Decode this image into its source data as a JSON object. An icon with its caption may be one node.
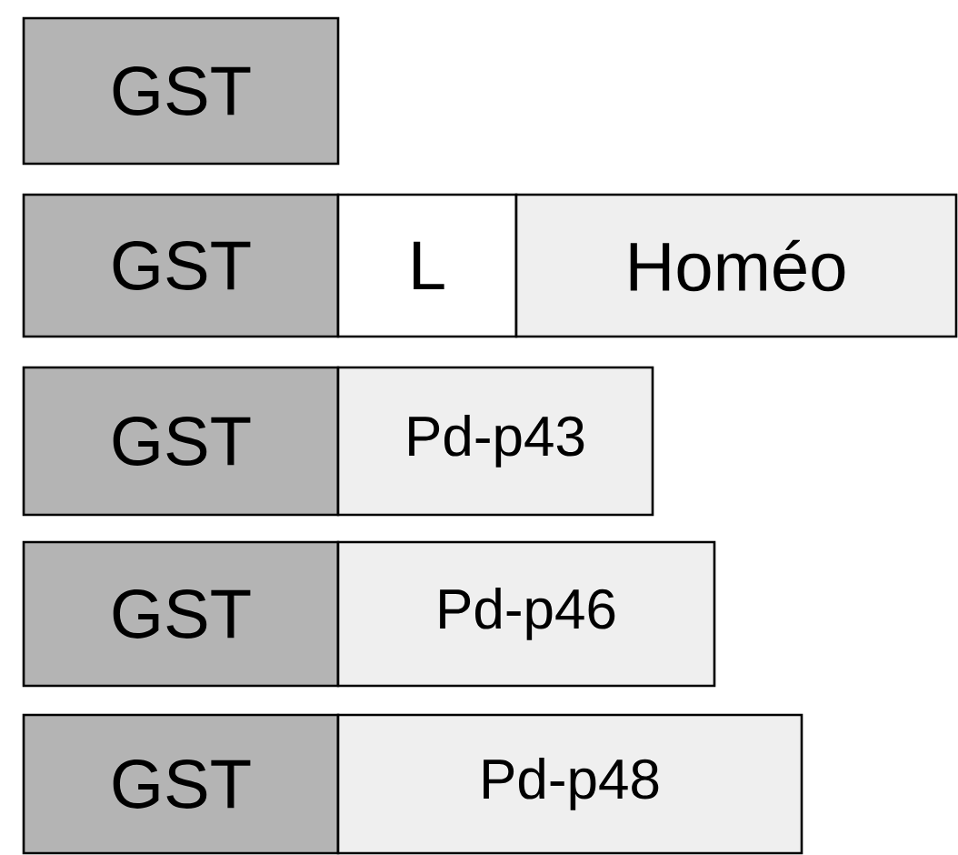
{
  "diagram": {
    "nodes": [
      {
        "text": [
          "GST"
        ]
      },
      {
        "text": [
          "GST"
        ]
      },
      {
        "text": [
          "L"
        ]
      },
      {
        "text": [
          "Homéo"
        ]
      },
      {
        "text": [
          "GST"
        ]
      },
      {
        "text": [
          "Pd-p43"
        ]
      },
      {
        "text": [
          "GST"
        ]
      },
      {
        "text": [
          "Pd-p46"
        ]
      },
      {
        "text": [
          "GST"
        ]
      },
      {
        "text": [
          "Pd-p48"
        ]
      }
    ]
  }
}
